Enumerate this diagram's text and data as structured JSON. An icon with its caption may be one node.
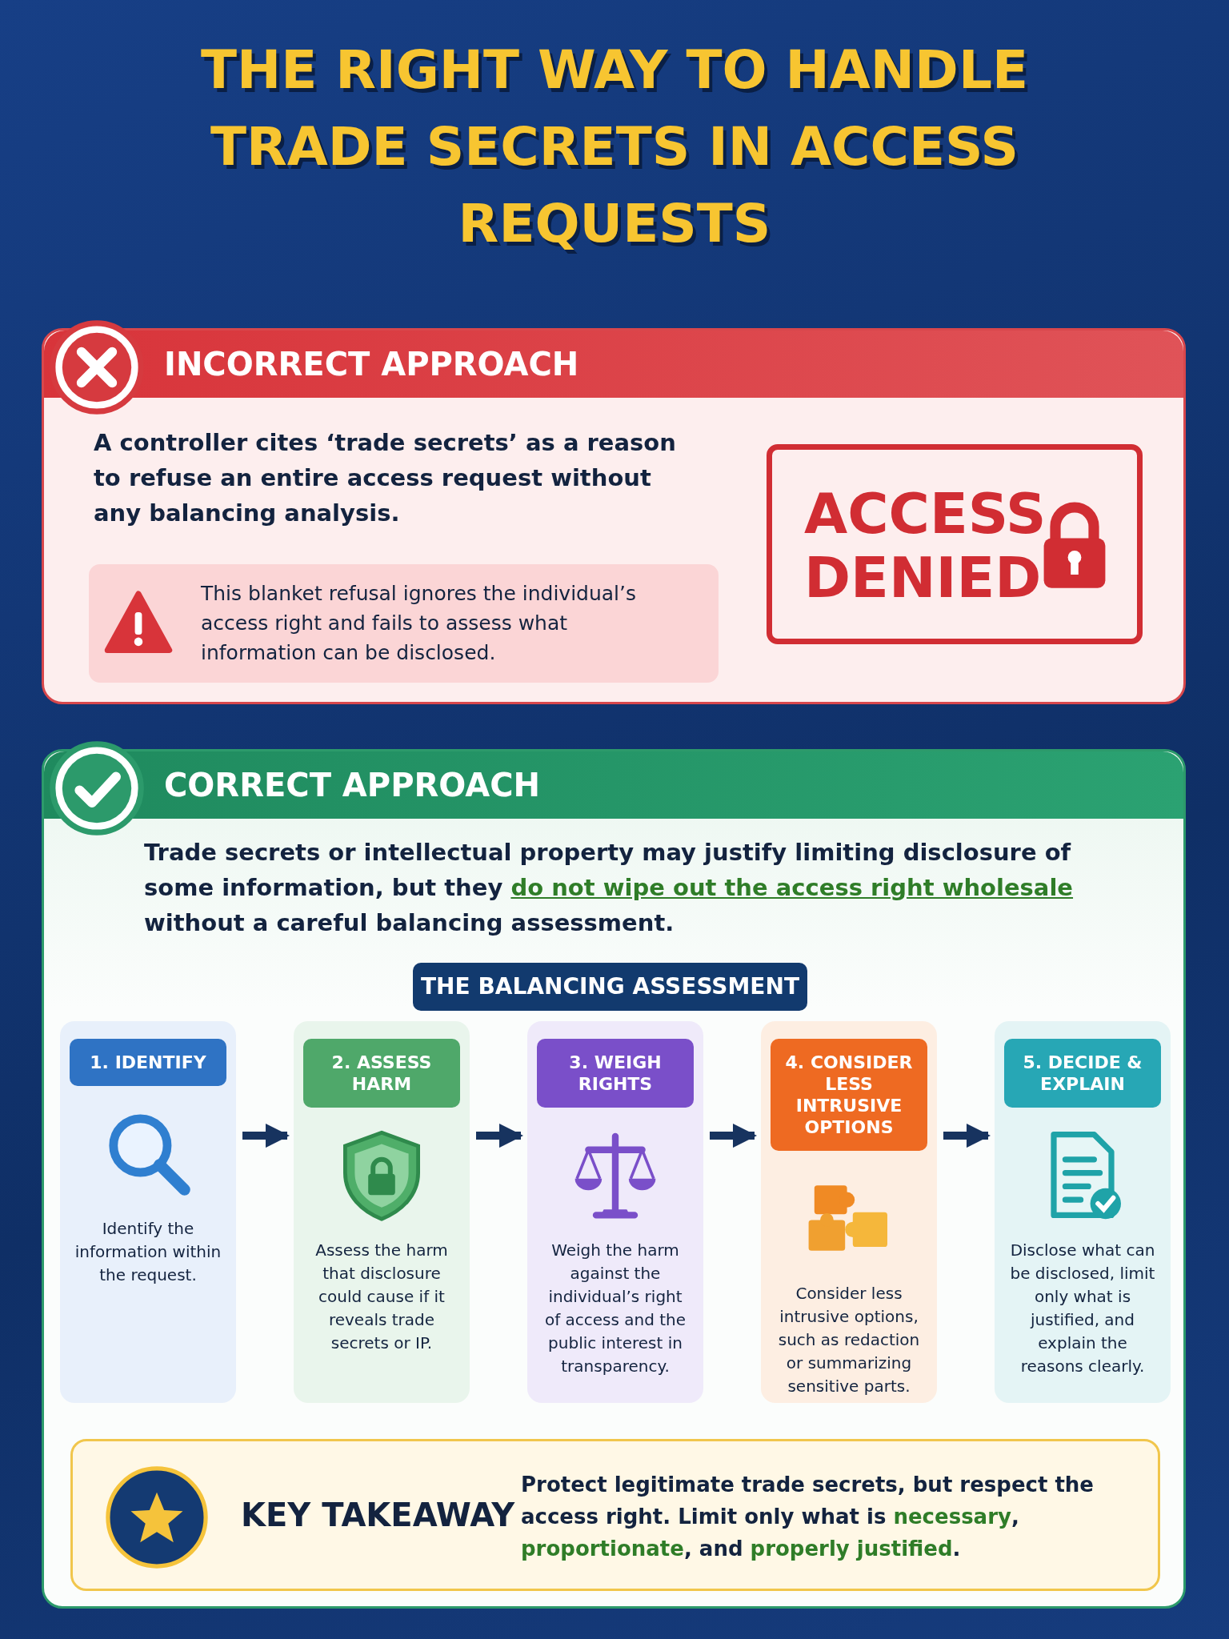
{
  "diagram": {
    "title": "THE RIGHT WAY TO HANDLE TRADE SECRETS IN ACCESS REQUESTS",
    "nodes": [
      {
        "text": [
          "INCORRECT APPROACH",
          "A controller cites ‘trade secrets’ as a reason to refuse an entire access request without any balancing analysis."
        ]
      },
      {
        "text": [
          "This blanket refusal ignores the individual’s access right and fails to assess what information can be disclosed."
        ],
        "in": 0
      },
      {
        "text": [
          "ACCESS DENIED"
        ],
        "in": 0
      },
      {
        "text": [
          "CORRECT APPROACH",
          "Trade secrets or intellectual property may justify limiting disclosure of some information, but they **do not wipe out the access right wholesale** without a careful balancing assessment."
        ]
      },
      {
        "text": [
          "THE BALANCING ASSESSMENT"
        ],
        "in": 3
      },
      {
        "text": [
          "1. IDENTIFY",
          "Identify the information within the request."
        ],
        "in": 3
      },
      {
        "text": [
          "2. ASSESS HARM",
          "Assess the harm that disclosure could cause if it reveals trade secrets or IP."
        ],
        "in": 3
      },
      {
        "text": [
          "3. WEIGH RIGHTS",
          "Weigh the harm against the individual’s right of access and the public interest in transparency."
        ],
        "in": 3
      },
      {
        "text": [
          "4. CONSIDER LESS INTRUSIVE OPTIONS",
          "Consider less intrusive options, such as redaction or summarizing sensitive parts."
        ],
        "in": 3
      },
      {
        "text": [
          "5. DECIDE & EXPLAIN",
          "Disclose what can be disclosed, limit only what is justified, and explain the reasons clearly."
        ],
        "in": 3
      },
      {
        "text": [
          "KEY TAKEAWAY",
          "Protect legitimate trade secrets, but respect the access right. Limit only what is **necessary**, **proportionate**, and **properly justified**."
        ],
        "in": 3
      }
    ],
    "edges": [
      {
        "from": 5,
        "to": 6,
        "arrow": "to"
      },
      {
        "from": 6,
        "to": 7,
        "arrow": "to"
      },
      {
        "from": 7,
        "to": 8,
        "arrow": "to"
      },
      {
        "from": 8,
        "to": 9,
        "arrow": "to"
      }
    ]
  }
}
